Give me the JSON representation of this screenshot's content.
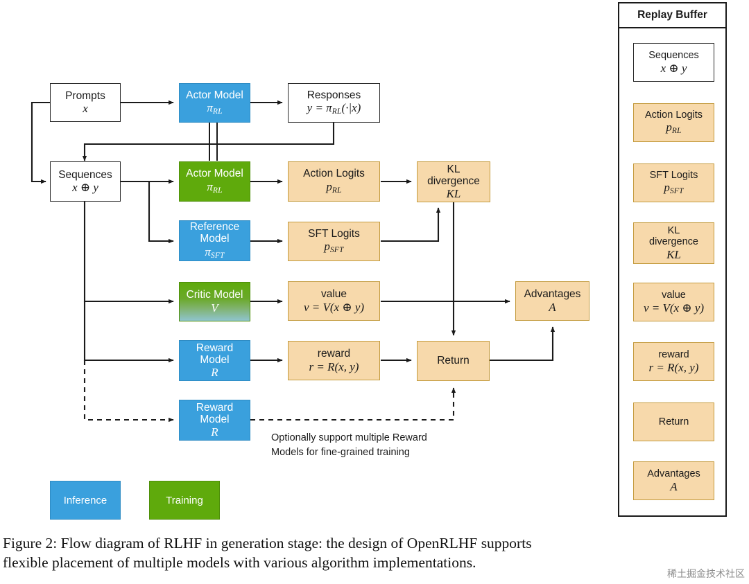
{
  "figure": {
    "caption_line1": "Figure 2:  Flow diagram of RLHF in generation stage: the design of OpenRLHF supports",
    "caption_line2": "flexible placement of multiple models with various algorithm implementations.",
    "watermark": "稀土掘金技术社区"
  },
  "colors": {
    "inference_blue": "#3aa0dd",
    "training_green": "#5faa0c",
    "data_orange": "#f7d9ab",
    "orange_border": "#c39a3c",
    "white_box": "#ffffff",
    "stroke": "#262626"
  },
  "flow": {
    "nodes": [
      {
        "id": "prompts",
        "kind": "white",
        "line1": "Prompts",
        "line2": "x"
      },
      {
        "id": "actor-top",
        "kind": "blue",
        "line1": "Actor Model",
        "line2": "πRL"
      },
      {
        "id": "responses",
        "kind": "white",
        "line1": "Responses",
        "line2": "y = πRL(·|x)"
      },
      {
        "id": "sequences",
        "kind": "white",
        "line1": "Sequences",
        "line2": "x ⊕ y"
      },
      {
        "id": "actor-train",
        "kind": "green",
        "line1": "Actor Model",
        "line2": "πRL"
      },
      {
        "id": "action-logits",
        "kind": "orange",
        "line1": "Action Logits",
        "line2": "pRL"
      },
      {
        "id": "kl-divergence",
        "kind": "orange",
        "line1": "KL",
        "line2": "divergence",
        "line3": "KL"
      },
      {
        "id": "reference",
        "kind": "blue",
        "line1": "Reference",
        "line2": "Model",
        "line3": "πSFT"
      },
      {
        "id": "sft-logits",
        "kind": "orange",
        "line1": "SFT Logits",
        "line2": "pSFT"
      },
      {
        "id": "critic",
        "kind": "critic",
        "line1": "Critic Model",
        "line2": "V"
      },
      {
        "id": "value",
        "kind": "orange",
        "line1": "value",
        "line2": "v = V(x ⊕ y)"
      },
      {
        "id": "advantages",
        "kind": "orange",
        "line1": "Advantages",
        "line2": "A"
      },
      {
        "id": "reward-1",
        "kind": "blue",
        "line1": "Reward",
        "line2": "Model",
        "line3": "R"
      },
      {
        "id": "reward-out",
        "kind": "orange",
        "line1": "reward",
        "line2": "r = R(x, y)"
      },
      {
        "id": "return",
        "kind": "orange",
        "line1": "Return",
        "line2": ""
      },
      {
        "id": "reward-2",
        "kind": "blue",
        "line1": "Reward",
        "line2": "Model",
        "line3": "R"
      }
    ],
    "note": {
      "line1": "Optionally support multiple Reward",
      "line2": "Models for fine-grained training"
    }
  },
  "legend": {
    "inference_label": "Inference",
    "training_label": "Training"
  },
  "replay_buffer": {
    "title": "Replay Buffer",
    "items": [
      {
        "id": "rb-sequences",
        "kind": "white",
        "line1": "Sequences",
        "line2": "x ⊕ y"
      },
      {
        "id": "rb-action-logits",
        "kind": "orange",
        "line1": "Action Logits",
        "line2": "pRL"
      },
      {
        "id": "rb-sft-logits",
        "kind": "orange",
        "line1": "SFT Logits",
        "line2": "pSFT"
      },
      {
        "id": "rb-kl",
        "kind": "orange",
        "line1": "KL",
        "line2": "divergence",
        "line3": "KL"
      },
      {
        "id": "rb-value",
        "kind": "orange",
        "line1": "value",
        "line2": "v = V(x ⊕ y)"
      },
      {
        "id": "rb-reward",
        "kind": "orange",
        "line1": "reward",
        "line2": "r = R(x, y)"
      },
      {
        "id": "rb-return",
        "kind": "orange",
        "line1": "Return",
        "line2": ""
      },
      {
        "id": "rb-advantages",
        "kind": "orange",
        "line1": "Advantages",
        "line2": "A"
      }
    ]
  }
}
